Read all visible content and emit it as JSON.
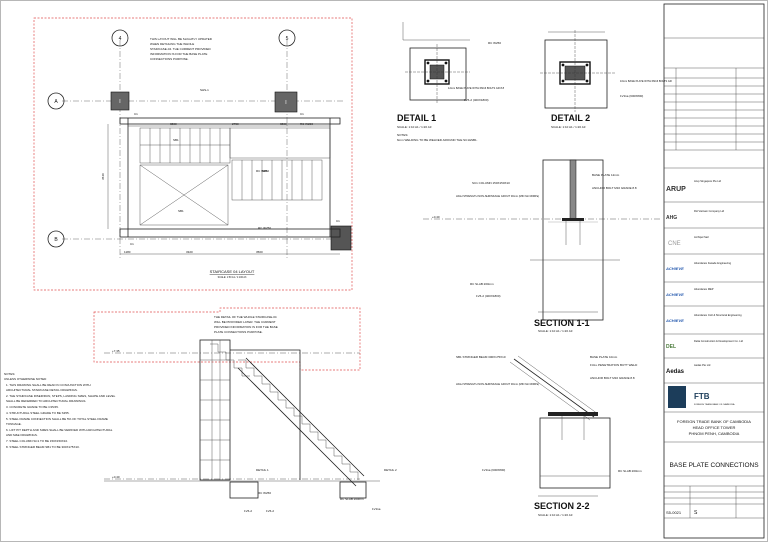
{
  "layout_plan": {
    "grid_labels": [
      "4",
      "5",
      "A",
      "B"
    ],
    "title": "STAIRCASE 04 LAYOUT",
    "scale": "SCALE: 1:50 A1 / 1:100 A3",
    "note": "THIS LAYOUT WILL BE SLIGHTLY UPDATED WHEN DETAILING THE WHOLE STAIRCASE-04. THE CURRENT PROVIDED INFORMATION IS FOR THE BASE PLATE CONNECTIONS PURPOSE.",
    "labels": [
      "SHS-1",
      "SB1",
      "SB1",
      "SB1",
      "RC W250",
      "RC W250",
      "RC W200",
      "C1",
      "C1",
      "C1",
      "C1"
    ],
    "dims": [
      "3800",
      "2750",
      "3800",
      "3540",
      "1180",
      "3320",
      "3500"
    ]
  },
  "detail1": {
    "title": "DETAIL 1",
    "scale": "SCALE: 1:10 A1 / 1:20 A3",
    "labels": [
      "RC W250",
      "12mm BASE PLATE WITH 6M16 BOLTS GR 8.8",
      "1V6-2 (400X1800)"
    ]
  },
  "detail2": {
    "title": "DETAIL 2",
    "scale": "SCALE: 1:10 A1 / 1:20 A3",
    "labels": [
      "10mm BASE PLATE WITH 6M16 BOLTS GR",
      "1V11a (600X800)"
    ]
  },
  "detail_notes": {
    "heading": "NOTES:",
    "text": "6mm WELDING TO BE WELDED AROUND THE SC1&SB1."
  },
  "section11": {
    "title": "SECTION 1-1",
    "scale": "SCALE: 1:10 A1 / 1:20 A3",
    "labels": [
      "BASE PLATE 12mm",
      "ANCHOR BOLT M16 GRADE 8.8",
      "SC1 COLUMN 150X150X10",
      "HIGH STRENGTH NON-SHRINKAGE GROUT 30mm (MIN fck=30MPa)",
      "RC SLAB 200mm",
      "1V6-2 (400X1800)"
    ],
    "level": "+0.40"
  },
  "section22": {
    "title": "SECTION 2-2",
    "scale": "SCALE: 1:10 A1 / 1:20 A3",
    "labels": [
      "SB1 STRINGER BEAM 300X175X10",
      "BASE PLATE 10mm",
      "FULL PENETRATION BUTT WELD",
      "ANCHOR BOLT M16 GRADE 8.8",
      "HIGH STRENGTH NON-SHRINKAGE GROUT 30mm (MIN fck=30MPa)",
      "1V11a (600X800)",
      "RC SLAB 200mm"
    ]
  },
  "elevation": {
    "note": "THE DETAIL OF THE WHOLE STAIRCASE-04 WILL BE PROVIDED LATER. THE CURRENT PROVIDED INFORMATION IS FOR THE BASE PLATE CONNECTIONS PURPOSE.",
    "levels": [
      "+7.35",
      "+0.40"
    ],
    "labels": [
      "DETAIL 1",
      "DETAIL 2",
      "RC W250",
      "1V6-2",
      "1V6-2",
      "RC SLAB 200mm",
      "1V11a"
    ]
  },
  "general_notes": {
    "heading": "NOTES:",
    "intro": "UNLESS OTHERWISE NOTED",
    "items": [
      "1.   THIS DRAWING SHALL BE READ IN CONJUNCTION WITH",
      "      ARCHITECTURAL STAIRCASE DETAIL DRAWINGS.",
      "2.   THE STAIRCASE RISER/RUN, STEPS, LANDING SIZES, SHAPE AND LEVEL",
      "      SHALL BE REFERRED TO ARCHITECTURAL DRAWINGS.",
      "3.   CONCRETE GRADE TO BE C35/45.",
      "4.   STRUCTURAL STEEL GRADE TO BE S355.",
      "5.   STEEL FRAME CONNECTION SHALL BE 5% OF TOTAL STEEL FRAME",
      "      TONNAGE.",
      "6.   LIFT PIT DEPTH AND SIZES SHALL BE VERIFIED WITH ARCHITECTURAL",
      "      AND M&E DRAWINGS.",
      "7.   STEEL COLUMN SC1 TO BE 150X150X10.",
      "8.   STEEL STRINGER BEAM SB1 TO BE 300X175X10."
    ]
  },
  "title_block": {
    "firms": [
      "ARUP",
      "AHG",
      "CNE",
      "ACHIEVE",
      "ACHIEVE",
      "ACHIEVE",
      "DEL",
      "Aedas",
      "FTB"
    ],
    "firm_text": [
      "Arup Singapore Pte Ltd",
      "RH Vietnam Company Ltd",
      "Archipel Sarl",
      "Abundance Facade Engineering",
      "Abundance MEP",
      "Abundance Civil & Structural Engineering",
      "Delta Construction & Development Co. Ltd",
      "Aedas Pte Ltd",
      "FOREIGN TRADE BANK OF CAMBODIA"
    ],
    "project": [
      "FOREIGN TRADE BANK OF CAMBODIA",
      "HEAD OFFICE TOWER",
      "PHNOM PENH, CAMBODIA"
    ],
    "drawing_title": "BASE PLATE CONNECTIONS",
    "drawing_no": "S5-0021",
    "revision": "S"
  }
}
